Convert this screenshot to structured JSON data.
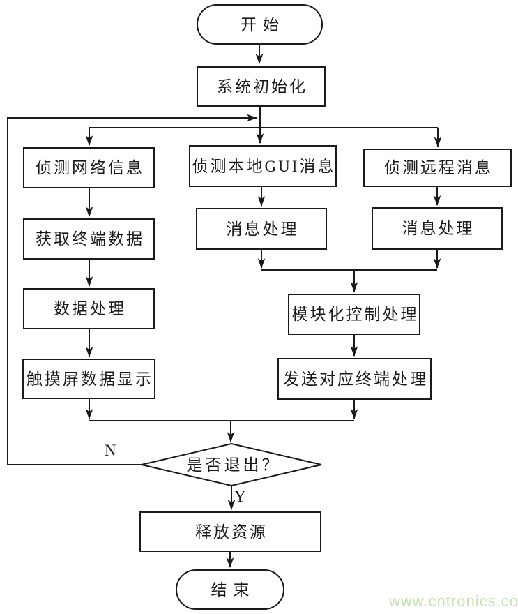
{
  "diagram": {
    "type": "flowchart",
    "nodes": {
      "start": {
        "label": "开始",
        "shape": "terminator"
      },
      "sys_init": {
        "label": "系统初始化",
        "shape": "process"
      },
      "detect_network": {
        "label": "侦测网络信息",
        "shape": "process"
      },
      "detect_gui": {
        "label": "侦测本地GUI消息",
        "shape": "process"
      },
      "detect_remote": {
        "label": "侦测远程消息",
        "shape": "process"
      },
      "get_terminal_data": {
        "label": "获取终端数据",
        "shape": "process"
      },
      "msg_proc_mid": {
        "label": "消息处理",
        "shape": "process"
      },
      "msg_proc_right": {
        "label": "消息处理",
        "shape": "process"
      },
      "data_proc": {
        "label": "数据处理",
        "shape": "process"
      },
      "modular_ctrl": {
        "label": "模块化控制处理",
        "shape": "process"
      },
      "touch_display": {
        "label": "触摸屏数据显示",
        "shape": "process"
      },
      "send_terminal": {
        "label": "发送对应终端处理",
        "shape": "process"
      },
      "decision_exit": {
        "label": "是否退出？",
        "shape": "decision"
      },
      "release_res": {
        "label": "释放资源",
        "shape": "process"
      },
      "end": {
        "label": "结束",
        "shape": "terminator"
      }
    },
    "edge_labels": {
      "no": "N",
      "yes": "Y"
    },
    "colors": {
      "line": "#1a1a1a",
      "text": "#1a1a1a",
      "node_fill": "#ffffff",
      "background": "#ffffff",
      "watermark": "#c7e2b2"
    }
  },
  "watermark": {
    "text": "www.cntronics.com"
  }
}
